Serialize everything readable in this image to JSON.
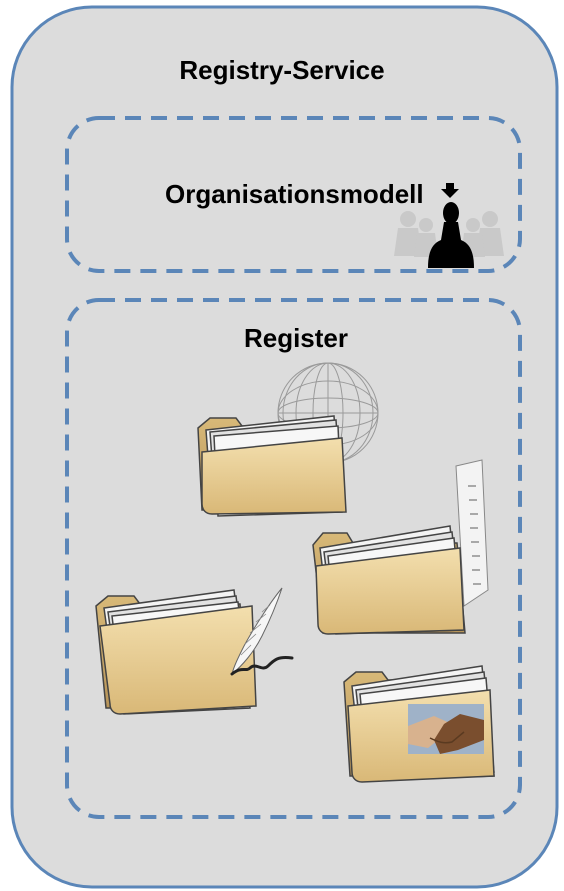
{
  "diagram": {
    "service_label": "Registry-Service",
    "org_model_label": "Organisationsmodell",
    "register_label": "Register",
    "icons": {
      "organisation": "organization-person-icon",
      "globe": "globe-icon",
      "folders": [
        "folder-globe-icon",
        "folder-signature-icon",
        "folder-ruler-icon",
        "folder-handshake-icon"
      ]
    },
    "colors": {
      "outer_fill": "#dcdcdc",
      "outer_stroke": "#5b86b8",
      "dashed_stroke": "#5b86b8",
      "folder_fill": "#e8cf94",
      "folder_stroke": "#444444"
    }
  }
}
